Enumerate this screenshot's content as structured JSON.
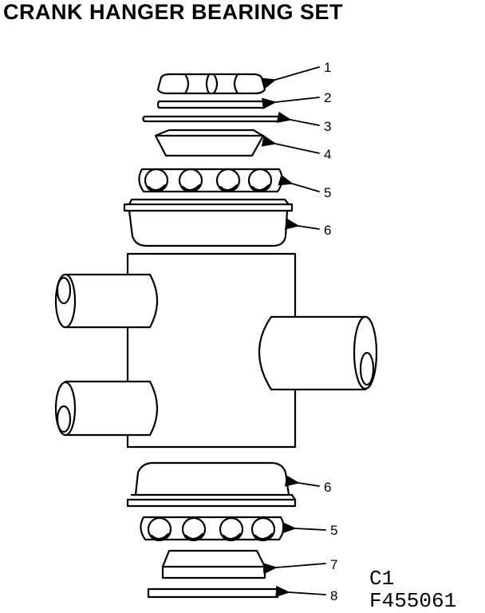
{
  "title": "CRANK HANGER BEARING SET",
  "drawing_codes": [
    "C1",
    "F455061"
  ],
  "callouts": [
    {
      "id": "1",
      "label": "1"
    },
    {
      "id": "2",
      "label": "2"
    },
    {
      "id": "3",
      "label": "3"
    },
    {
      "id": "4",
      "label": "4"
    },
    {
      "id": "5a",
      "label": "5"
    },
    {
      "id": "6a",
      "label": "6"
    },
    {
      "id": "6b",
      "label": "6"
    },
    {
      "id": "5b",
      "label": "5"
    },
    {
      "id": "7",
      "label": "7"
    },
    {
      "id": "8",
      "label": "8"
    }
  ],
  "colors": {
    "ink": "#000000",
    "paper": "#ffffff"
  }
}
